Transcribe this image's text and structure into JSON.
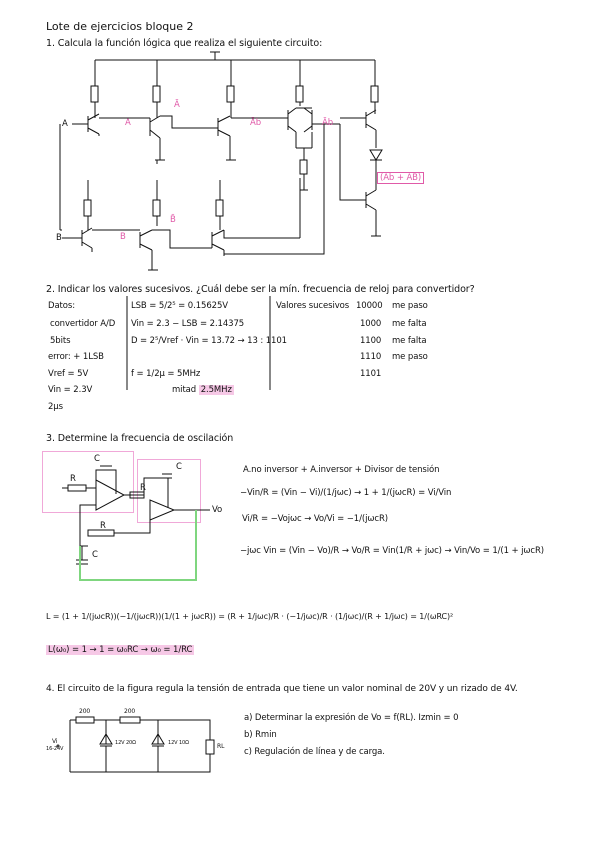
{
  "title": "Lote de ejercicios bloque 2",
  "ex1": {
    "prompt": "1. Calcula la función lógica que realiza el siguiente circuito:",
    "label_A": "A",
    "label_B": "B",
    "nodes": {
      "a": "A",
      "a_bar": "Ā",
      "ab": "Āb",
      "ab2": "Āb",
      "b": "B",
      "b_bar": "B̄",
      "out": "(Āb + AB)"
    }
  },
  "ex2": {
    "prompt": "2. Indicar los valores sucesivos. ¿Cuál debe ser la mín. frecuencia de reloj para convertidor?",
    "datos_title": "Datos:",
    "datos": [
      "convertidor A/D",
      "5bits",
      "error: + 1LSB",
      "Vref = 5V",
      "Vin = 2.3V",
      "2μs"
    ],
    "calc": [
      "LSB = 5/2⁵ = 0.15625V",
      "Vin = 2.3 − LSB = 2.14375",
      "D = 2⁵/Vref · Vin = 13.72 → 13 : 1101",
      "f = 1/2μ = 5MHz"
    ],
    "calc_mitad": "mitad",
    "calc_mitad_val": "2.5MHz",
    "sucesivos_title": "Valores sucesivos",
    "sucesivos": [
      {
        "code": "10000",
        "result": "me paso"
      },
      {
        "code": "1000",
        "result": "me falta"
      },
      {
        "code": "1100",
        "result": "me falta"
      },
      {
        "code": "1110",
        "result": "me paso"
      },
      {
        "code": "1101",
        "result": ""
      }
    ]
  },
  "ex3": {
    "prompt": "3. Determine la frecuencia de oscilación",
    "heading": "A.no inversor + A.inversor + Divisor de tensión",
    "eq1": "−Vin/R = (Vin − Vi)/(1/jωc) → 1 + 1/(jωcR) = Vi/Vin",
    "eq2": "Vi/R = −Vojωc → Vo/Vi = −1/(jωcR)",
    "eq3": "−jωc Vin = (Vin − Vo)/R → Vo/R = Vin(1/R + jωc) → Vin/Vo = 1/(1 + jωcR)",
    "eq4": "L = (1 + 1/(jωcR))(−1/(jωcR))(1/(1 + jωcR)) = (R + 1/jωc)/R · (−1/jωc)/R · (1/jωc)/(R + 1/jωc) = 1/(ωRC)²",
    "eq5": "L(ω₀) = 1 → 1 = ω₀RC → ω₀ = 1/RC",
    "labels": {
      "C": "C",
      "R": "R",
      "Vo": "Vo"
    }
  },
  "ex4": {
    "prompt": "4. El circuito de la figura regula la tensión de entrada que tiene un valor nominal de 20V y un rizado de 4V.",
    "items": [
      "a) Determinar la expresión de Vo = f(RL). Izmin = 0",
      "b) Rmin",
      "c) Regulación de línea y de carga."
    ],
    "circuit": {
      "r1": "200",
      "r2": "200",
      "vi": "Vi",
      "vi_range": "16-24V",
      "z1": "12V 20Ω",
      "z2": "12V 10Ω",
      "rl": "RL"
    }
  },
  "colors": {
    "ink": "#111111",
    "pink": "#e05aa8",
    "green": "#7fd67f",
    "highlight": "#f6c8e6"
  }
}
